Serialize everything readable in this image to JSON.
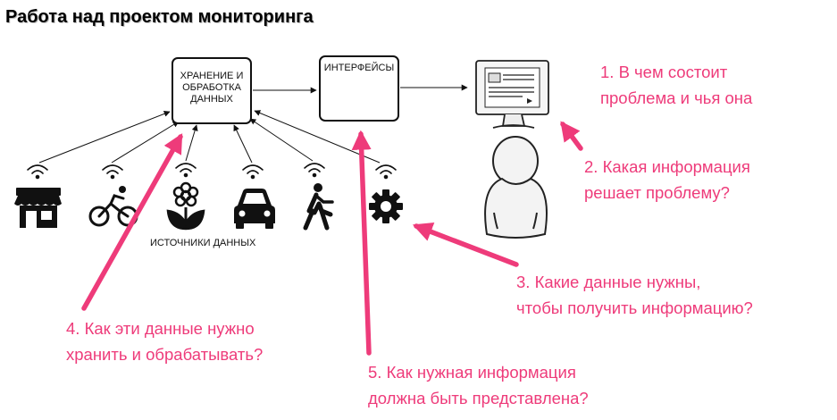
{
  "title": "Работа над проектом мониторинга",
  "boxes": {
    "storage": [
      "ХРАНЕНИЕ И",
      "ОБРАБОТКА",
      "ДАННЫХ"
    ],
    "interfaces": "ИНТЕРФЕЙСЫ"
  },
  "sources_label": "ИСТОЧНИКИ ДАННЫХ",
  "sources": [
    "store-icon",
    "cyclist-icon",
    "flower-icon",
    "car-icon",
    "pedestrian-icon",
    "gear-icon"
  ],
  "questions": {
    "q1": [
      "1. В чем состоит",
      "проблема и чья она"
    ],
    "q2": [
      "2. Какая информация",
      "решает проблему?"
    ],
    "q3": [
      "3. Какие данные нужны,",
      "чтобы получить информацию?"
    ],
    "q4": [
      "4. Как эти данные нужно",
      "хранить и обрабатывать?"
    ],
    "q5": [
      "5. Как нужная информация",
      "должна быть представлена?"
    ]
  },
  "colors": {
    "accent": "#ee3b7a",
    "line": "#111111"
  }
}
